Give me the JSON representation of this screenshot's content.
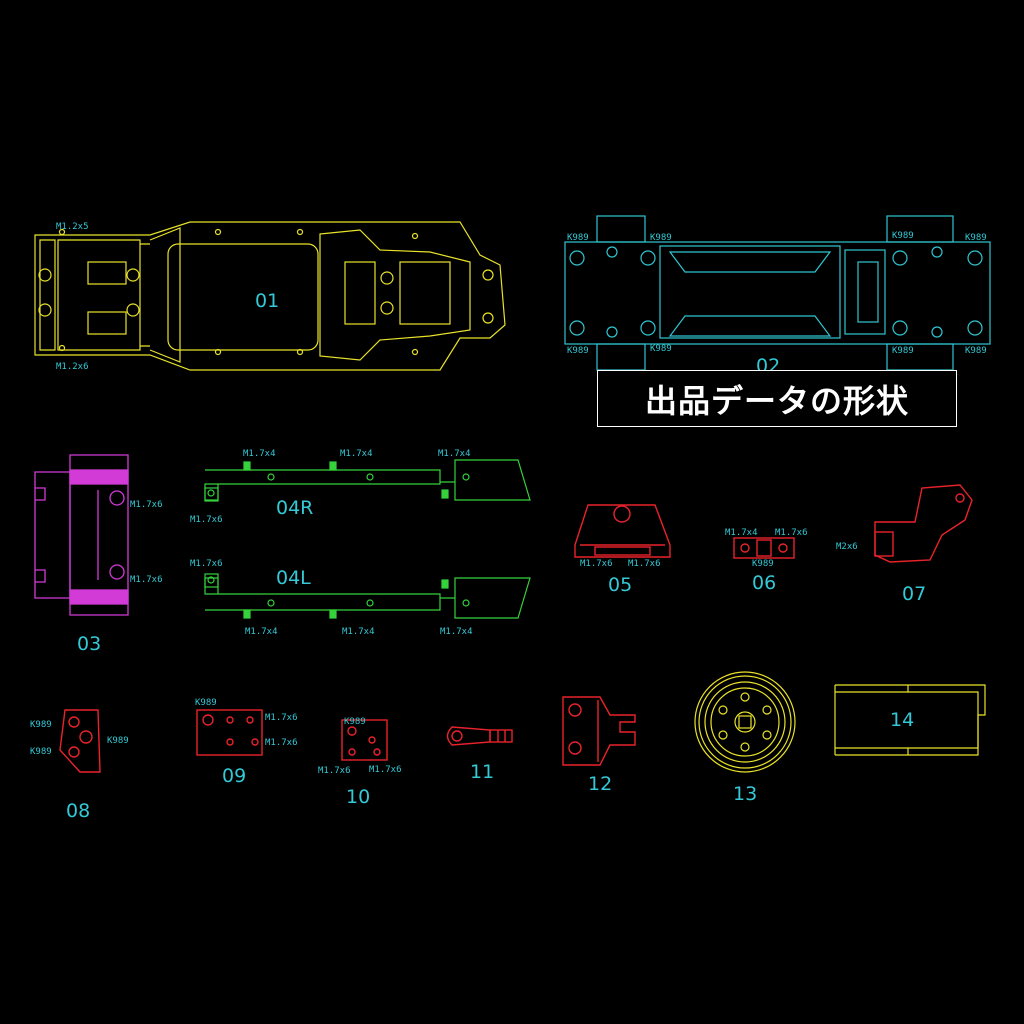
{
  "title": "出品データの形状",
  "parts": {
    "p01": "01",
    "p02": "02",
    "p03": "03",
    "p04r": "04R",
    "p04l": "04L",
    "p05": "05",
    "p06": "06",
    "p07": "07",
    "p08": "08",
    "p09": "09",
    "p10": "10",
    "p11": "11",
    "p12": "12",
    "p13": "13",
    "p14": "14"
  },
  "notes": {
    "m12x5": "M1.2x5",
    "m12x6": "M1.2x6",
    "k989": "K989",
    "m17x4": "M1.7x4",
    "m17x6": "M1.7x6",
    "m2x6": "M2x6"
  },
  "colors": {
    "yellow": "#e8e22a",
    "cyan": "#2fc6d1",
    "magenta": "#d23bd6",
    "green": "#35d23a",
    "red": "#e8232a",
    "background": "#000000"
  }
}
